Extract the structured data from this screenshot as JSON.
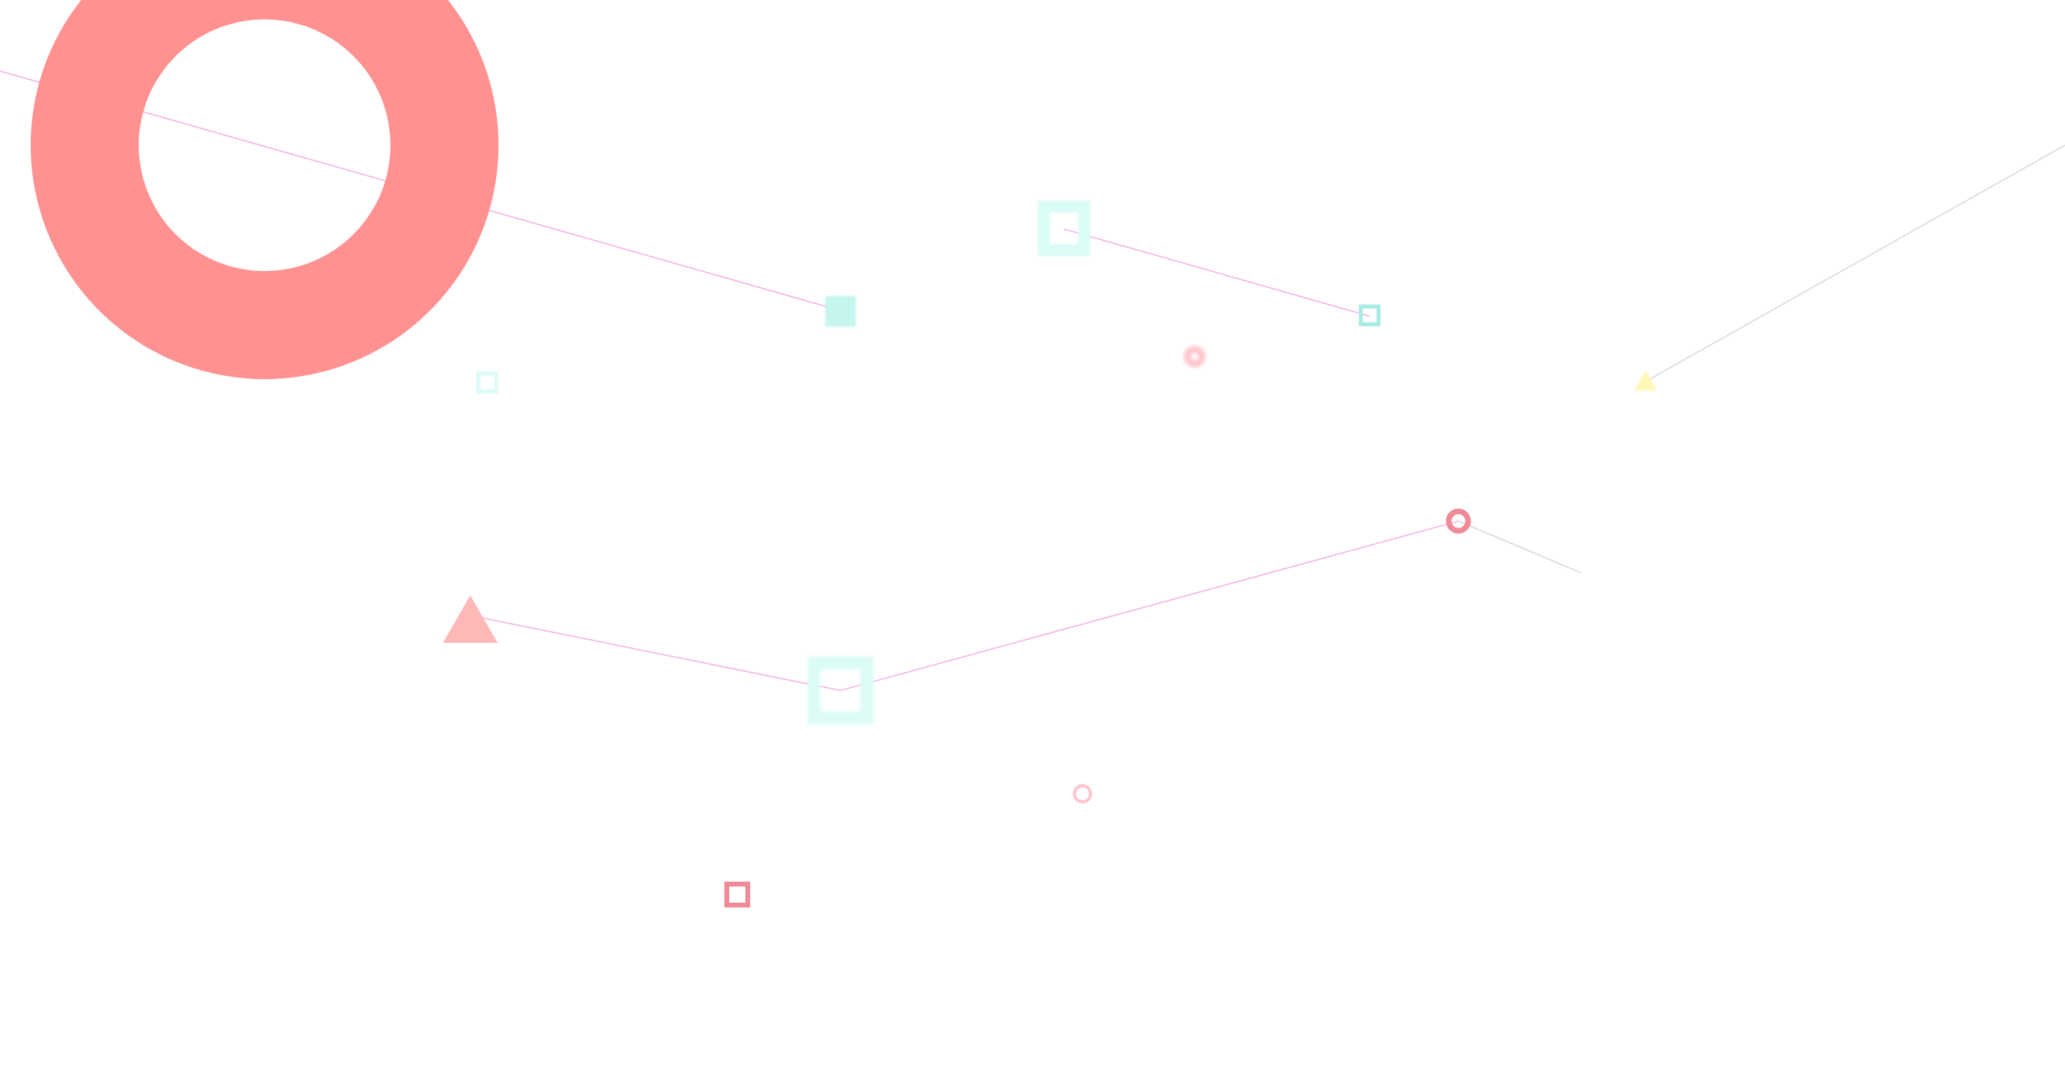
{
  "background_color": "#ffffff",
  "palette": {
    "coral": "#ff9191",
    "coral_light": "#ffb8b8",
    "rose": "#f08a96",
    "rose_pale": "#ffc6cf",
    "aqua": "#c5f5ef",
    "aqua_pale": "#dafbf6",
    "aqua_mid": "#a8ece3",
    "lemon": "#fff7b5",
    "line_pink": "#f2b7e7",
    "line_gray": "#d9dbe0"
  },
  "shapes": [
    {
      "name": "large-coral-ring-shape",
      "kind": "ring",
      "color_key": "coral"
    },
    {
      "name": "aqua-filled-square-shape",
      "kind": "square",
      "color_key": "aqua"
    },
    {
      "name": "aqua-hollow-square-large-shape",
      "kind": "hollow-square",
      "color_key": "aqua_pale"
    },
    {
      "name": "aqua-hollow-square-small-shape",
      "kind": "hollow-square",
      "color_key": "aqua_mid"
    },
    {
      "name": "aqua-hollow-square-left-shape",
      "kind": "hollow-square",
      "color_key": "aqua_pale"
    },
    {
      "name": "pink-blurred-dot-shape",
      "kind": "ring",
      "color_key": "rose_pale"
    },
    {
      "name": "yellow-triangle-shape",
      "kind": "triangle",
      "color_key": "lemon"
    },
    {
      "name": "rose-small-ring-shape",
      "kind": "ring",
      "color_key": "rose"
    },
    {
      "name": "coral-triangle-shape",
      "kind": "triangle",
      "color_key": "coral_light"
    },
    {
      "name": "aqua-hollow-square-center-shape",
      "kind": "hollow-square",
      "color_key": "aqua_pale"
    },
    {
      "name": "pink-small-ring-shape",
      "kind": "ring",
      "color_key": "rose_pale"
    },
    {
      "name": "rose-hollow-square-shape",
      "kind": "hollow-square",
      "color_key": "rose"
    }
  ],
  "connectors": [
    {
      "name": "connector-line-top-left",
      "color_key": "line_pink"
    },
    {
      "name": "connector-line-top-middle",
      "color_key": "line_pink"
    },
    {
      "name": "connector-line-top-right",
      "color_key": "line_gray"
    },
    {
      "name": "connector-line-lower-left",
      "color_key": "line_pink"
    },
    {
      "name": "connector-line-lower-middle",
      "color_key": "line_pink"
    },
    {
      "name": "connector-line-lower-right",
      "color_key": "line_gray"
    }
  ]
}
